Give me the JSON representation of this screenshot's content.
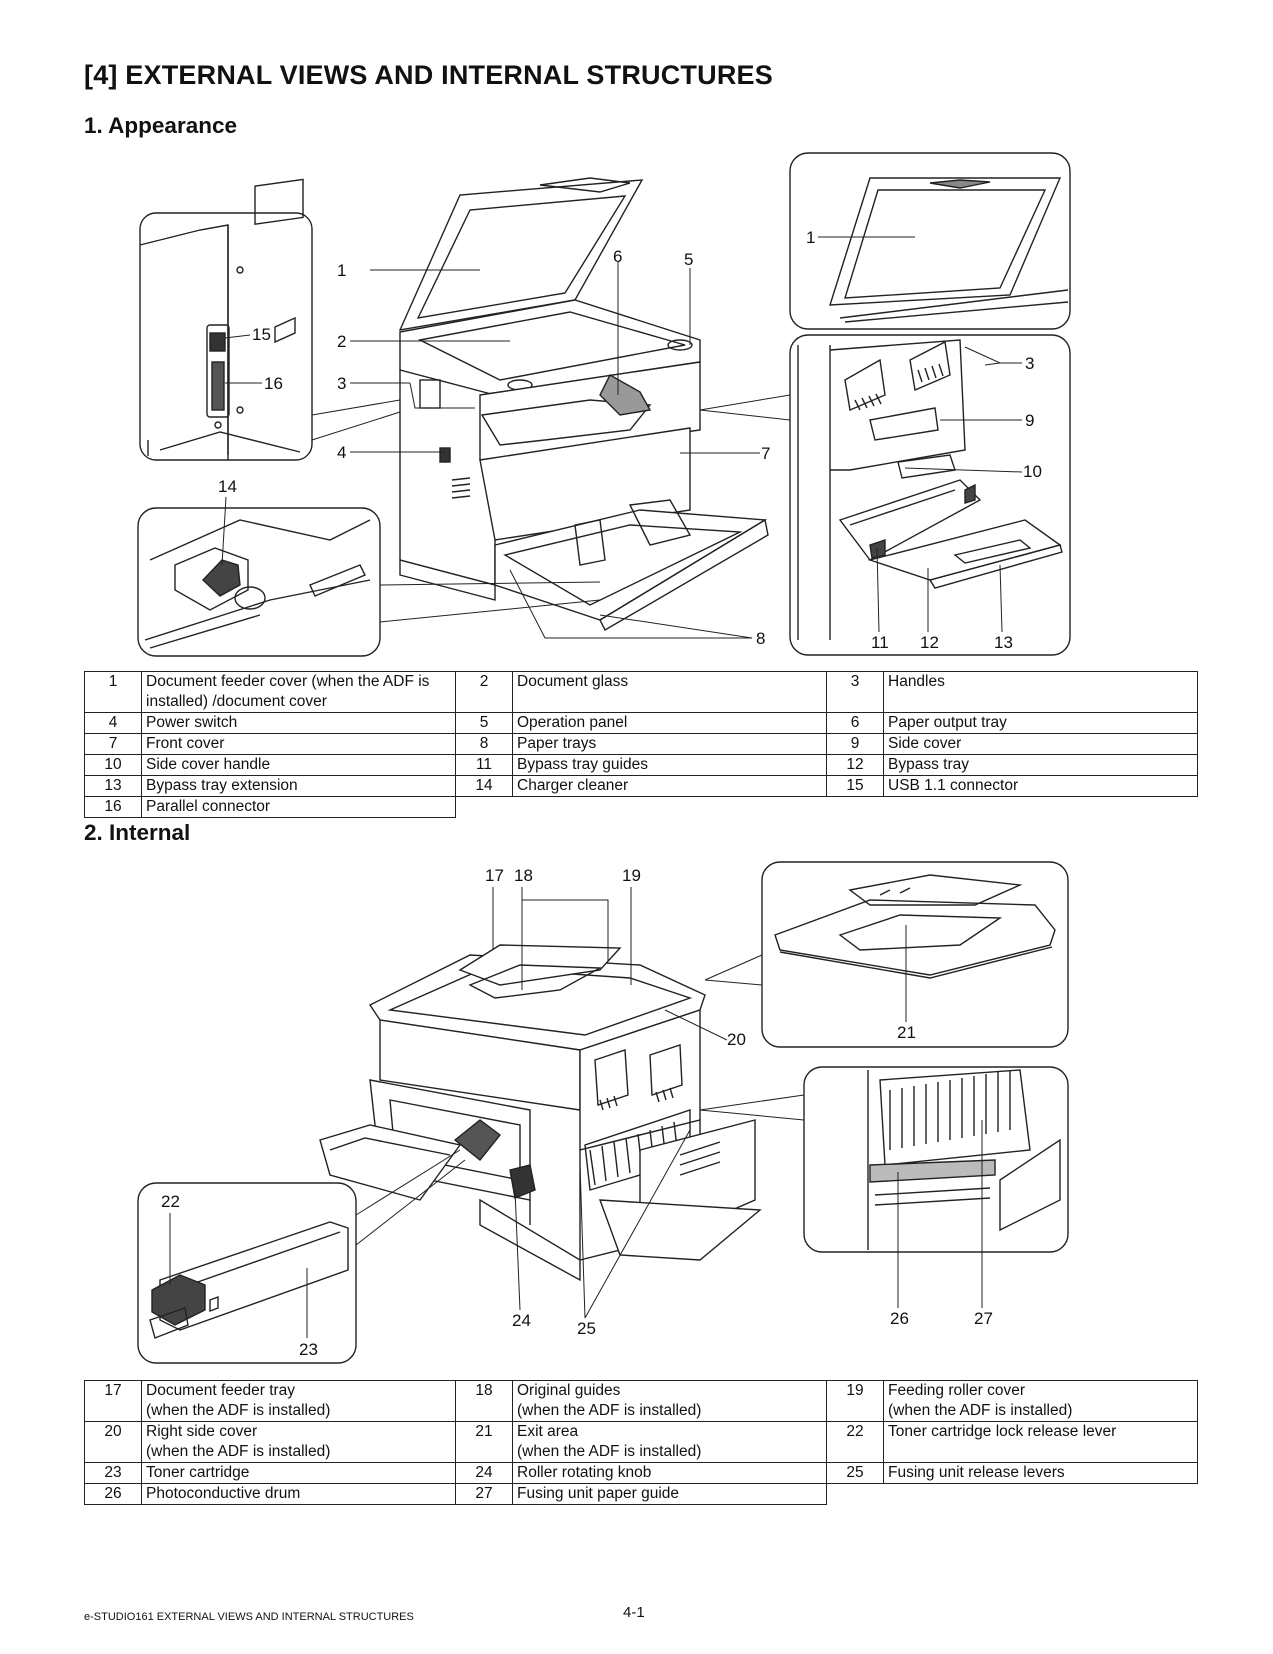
{
  "title": "[4] EXTERNAL VIEWS AND INTERNAL STRUCTURES",
  "section1": {
    "heading": "1. Appearance",
    "figure_callouts": [
      "1",
      "2",
      "3",
      "4",
      "5",
      "6",
      "7",
      "8",
      "9",
      "10",
      "11",
      "12",
      "13",
      "14",
      "15",
      "16"
    ],
    "parts": [
      {
        "no": "1",
        "name": "Document feeder cover (when the ADF is installed) /document cover"
      },
      {
        "no": "2",
        "name": "Document glass"
      },
      {
        "no": "3",
        "name": "Handles"
      },
      {
        "no": "4",
        "name": "Power switch"
      },
      {
        "no": "5",
        "name": "Operation panel"
      },
      {
        "no": "6",
        "name": "Paper output tray"
      },
      {
        "no": "7",
        "name": "Front cover"
      },
      {
        "no": "8",
        "name": "Paper trays"
      },
      {
        "no": "9",
        "name": "Side cover"
      },
      {
        "no": "10",
        "name": "Side cover handle"
      },
      {
        "no": "11",
        "name": "Bypass tray guides"
      },
      {
        "no": "12",
        "name": "Bypass tray"
      },
      {
        "no": "13",
        "name": "Bypass tray extension"
      },
      {
        "no": "14",
        "name": "Charger cleaner"
      },
      {
        "no": "15",
        "name": "USB 1.1 connector"
      },
      {
        "no": "16",
        "name": "Parallel connector"
      }
    ]
  },
  "section2": {
    "heading": "2. Internal",
    "figure_callouts": [
      "17",
      "18",
      "19",
      "20",
      "21",
      "22",
      "23",
      "24",
      "25",
      "26",
      "27"
    ],
    "parts": [
      {
        "no": "17",
        "name": "Document feeder tray",
        "sub": "(when the ADF is installed)"
      },
      {
        "no": "18",
        "name": "Original guides",
        "sub": "(when the ADF is installed)"
      },
      {
        "no": "19",
        "name": "Feeding roller cover",
        "sub": "(when the ADF is installed)"
      },
      {
        "no": "20",
        "name": "Right side cover",
        "sub": "(when the ADF is installed)"
      },
      {
        "no": "21",
        "name": "Exit area",
        "sub": "(when the ADF is installed)"
      },
      {
        "no": "22",
        "name": "Toner cartridge lock release lever",
        "sub": ""
      },
      {
        "no": "23",
        "name": "Toner cartridge",
        "sub": ""
      },
      {
        "no": "24",
        "name": "Roller rotating knob",
        "sub": ""
      },
      {
        "no": "25",
        "name": "Fusing unit release levers",
        "sub": ""
      },
      {
        "no": "26",
        "name": "Photoconductive drum",
        "sub": ""
      },
      {
        "no": "27",
        "name": "Fusing unit paper guide",
        "sub": ""
      }
    ]
  },
  "footer": {
    "left": "e-STUDIO161  EXTERNAL VIEWS AND INTERNAL STRUCTURES",
    "page": "4-1"
  }
}
